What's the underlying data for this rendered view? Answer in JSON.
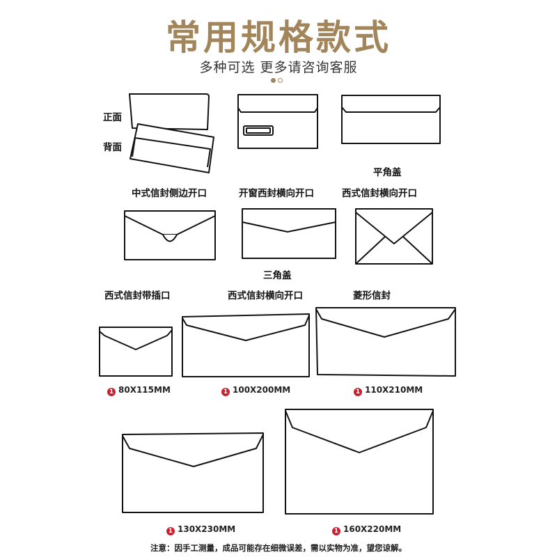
{
  "header": {
    "title": "常用规格款式",
    "subtitle": "多种可选  更多请咨询客服"
  },
  "labels": {
    "front": "正面",
    "back": "背面",
    "side_open": "中式信封侧边开口",
    "window": "开窗西封横向开口",
    "west_horizontal_1": "西式信封横向开口",
    "flat_flap": "平角盖",
    "triangle_flap": "三角盖",
    "insert_slot": "西式信封带插口",
    "west_horizontal_2": "西式信封横向开口",
    "diamond": "菱形信封"
  },
  "sizes": [
    {
      "num": "1",
      "text": "80X115MM"
    },
    {
      "num": "1",
      "text": "100X200MM"
    },
    {
      "num": "1",
      "text": "110X210MM"
    },
    {
      "num": "1",
      "text": "130X230MM"
    },
    {
      "num": "1",
      "text": "160X220MM"
    }
  ],
  "note": "注意：因手工测量，成品可能存在细微误差，需以实物为准，望您谅解。",
  "colors": {
    "title": "#a2855a",
    "badge": "#cc1f2f",
    "outline": "#111111"
  }
}
